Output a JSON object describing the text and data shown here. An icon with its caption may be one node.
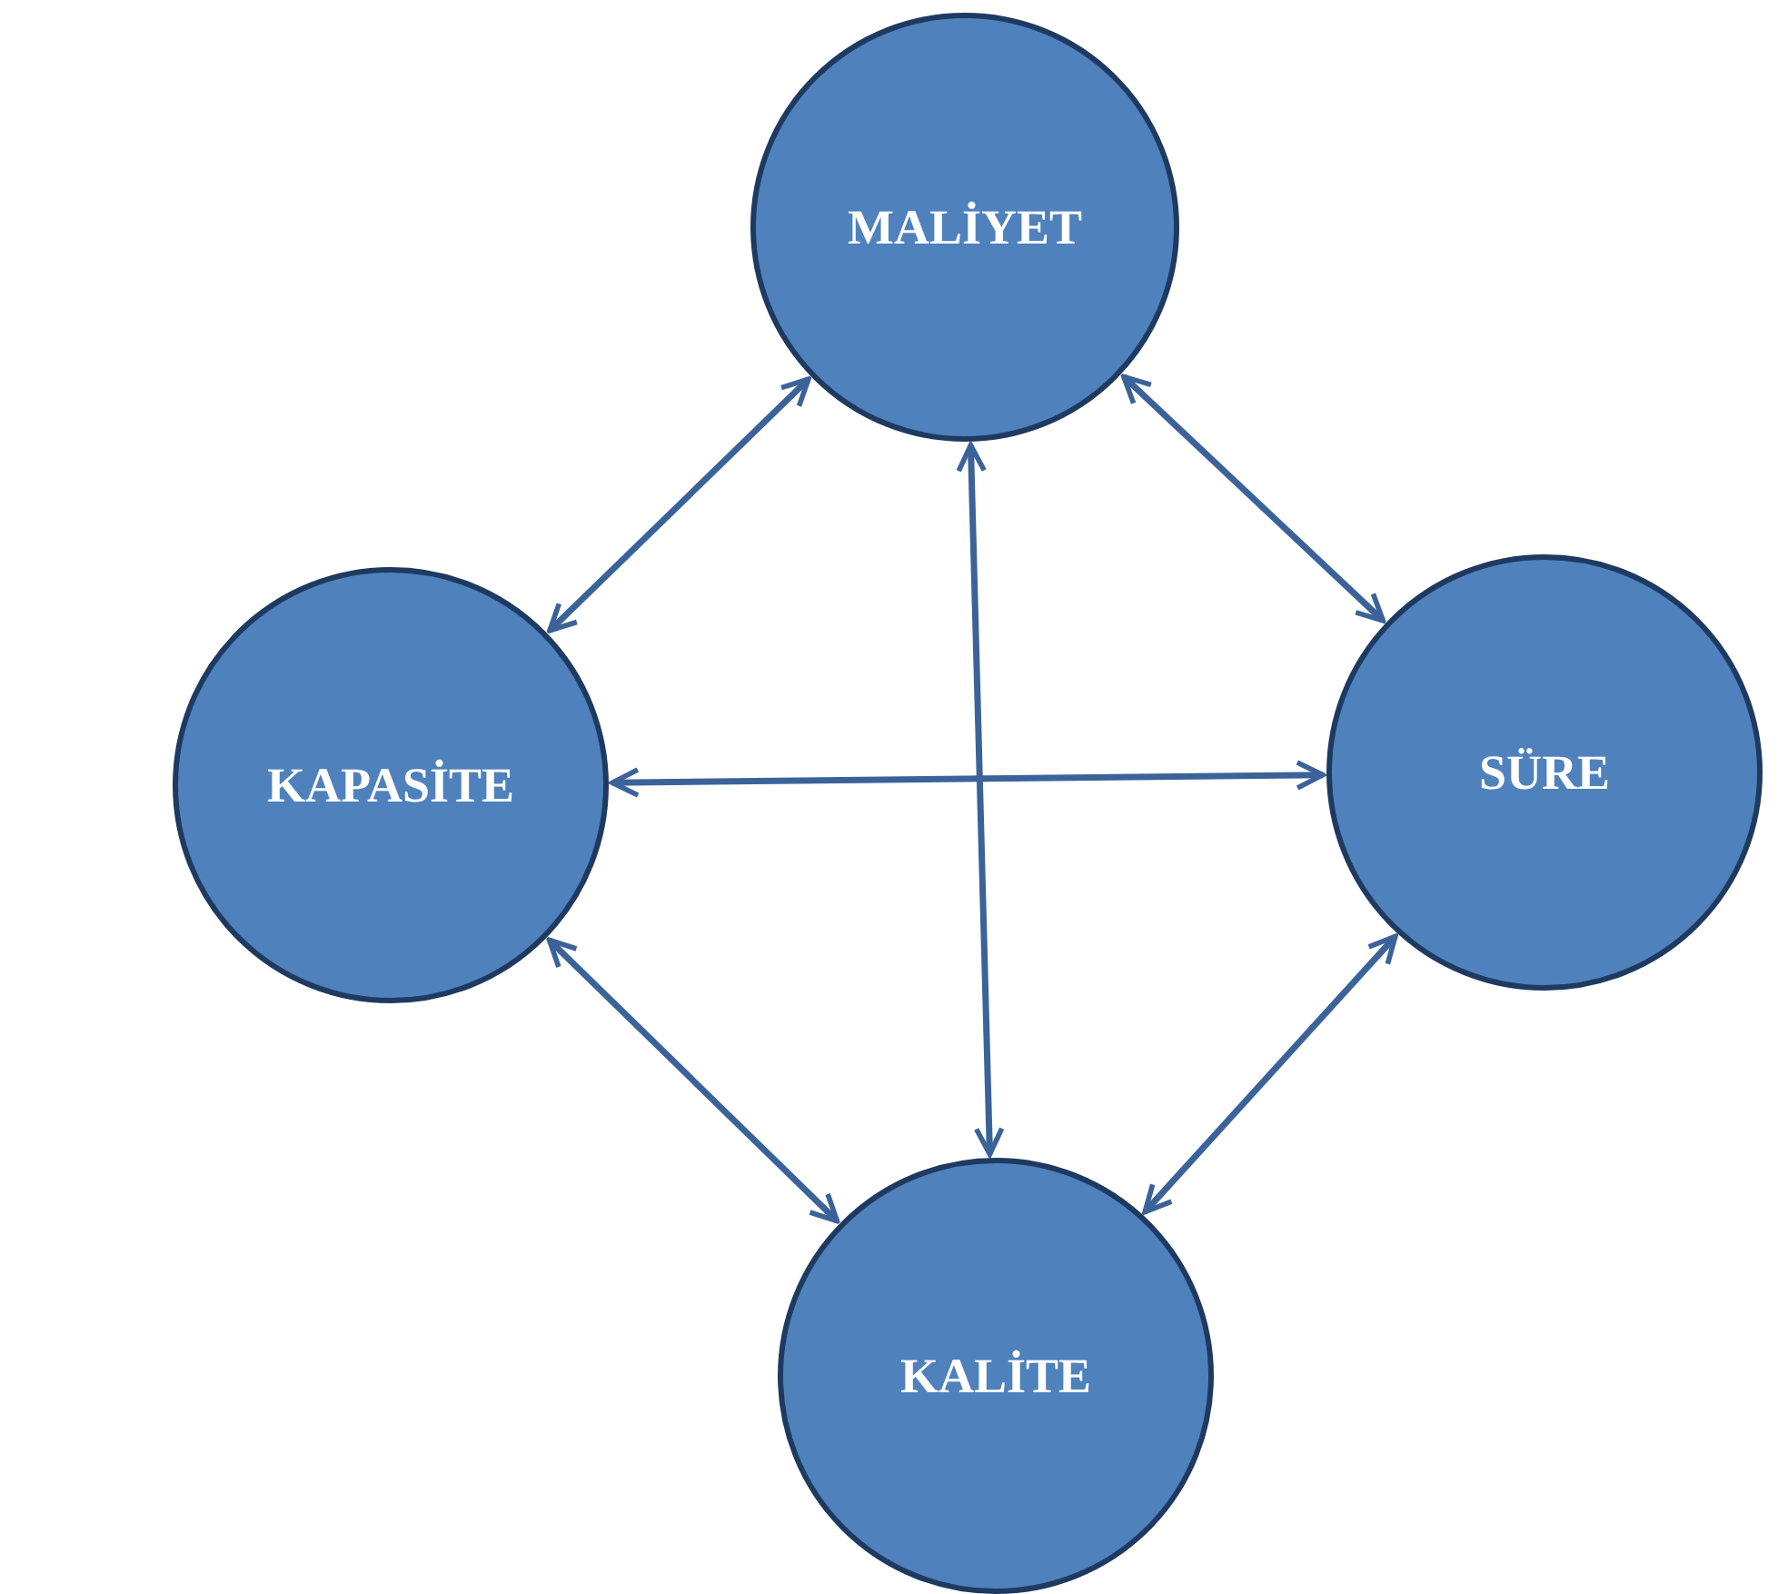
{
  "diagram": {
    "nodes": [
      {
        "text": [
          "MALİYET"
        ]
      },
      {
        "text": [
          "KAPASİTE"
        ]
      },
      {
        "text": [
          "SÜRE"
        ]
      },
      {
        "text": [
          "KALİTE"
        ]
      }
    ],
    "edges": [
      {
        "from": 0,
        "to": 1,
        "arrow": "both"
      },
      {
        "from": 0,
        "to": 2,
        "arrow": "both"
      },
      {
        "from": 0,
        "to": 3,
        "arrow": "both"
      },
      {
        "from": 1,
        "to": 2,
        "arrow": "both"
      },
      {
        "from": 1,
        "to": 3,
        "arrow": "both"
      },
      {
        "from": 2,
        "to": 3,
        "arrow": "both"
      }
    ]
  }
}
